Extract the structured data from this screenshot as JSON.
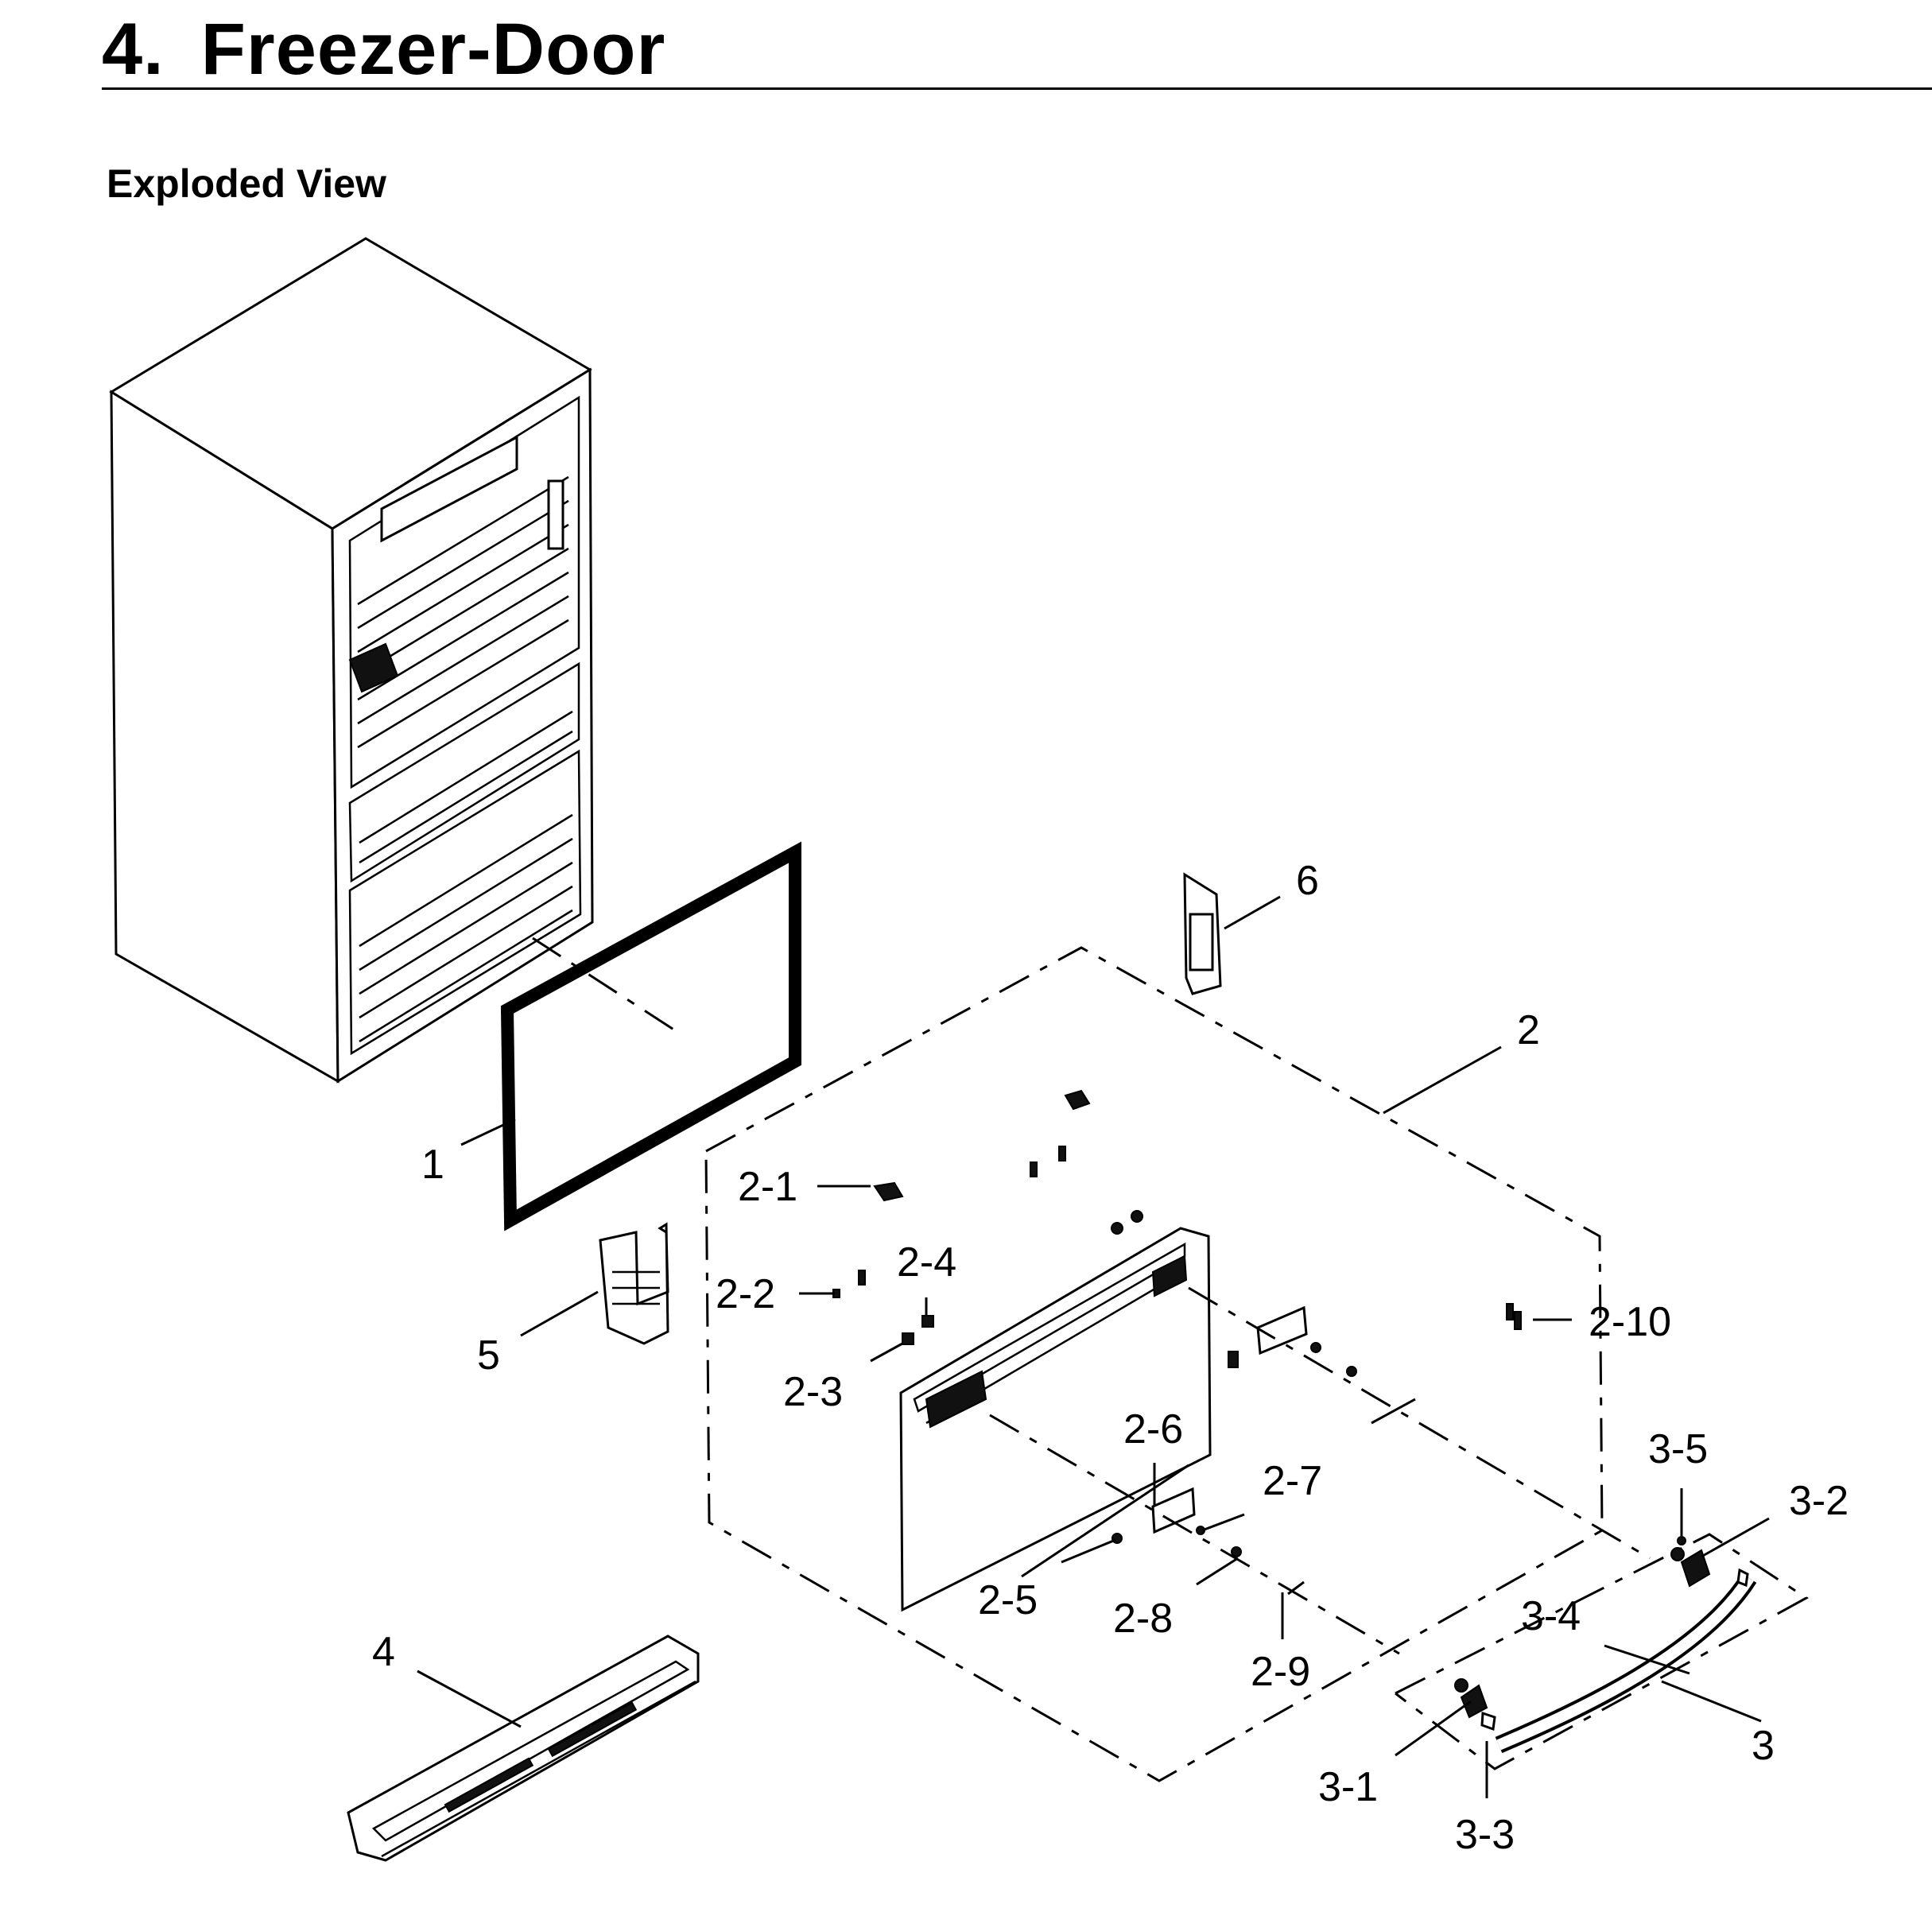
{
  "header": {
    "section_number": "4.",
    "title": "Freezer-Door",
    "subtitle": "Exploded View"
  },
  "callouts": {
    "c1": "1",
    "c2": "2",
    "c2_1": "2-1",
    "c2_2": "2-2",
    "c2_3": "2-3",
    "c2_4": "2-4",
    "c2_5": "2-5",
    "c2_6": "2-6",
    "c2_7": "2-7",
    "c2_8": "2-8",
    "c2_9": "2-9",
    "c2_10": "2-10",
    "c3": "3",
    "c3_1": "3-1",
    "c3_2": "3-2",
    "c3_3": "3-3",
    "c3_4": "3-4",
    "c3_5": "3-5",
    "c4": "4",
    "c5": "5",
    "c6": "6"
  }
}
